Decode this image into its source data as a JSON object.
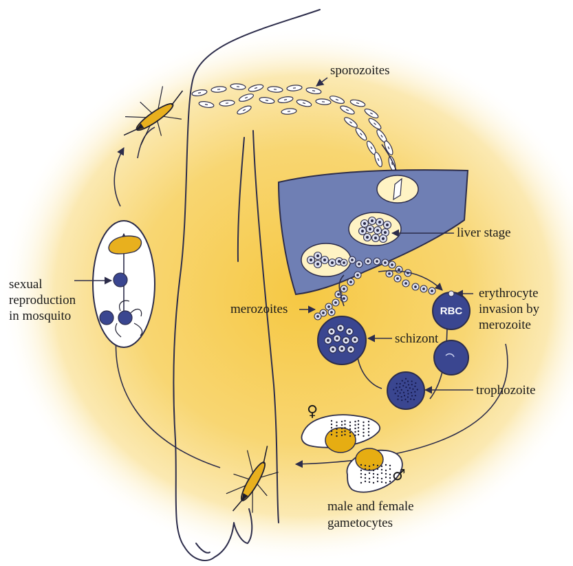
{
  "labels": {
    "sporozoites": "sporozoites",
    "liver_stage": "liver stage",
    "sexual_reproduction": [
      "sexual",
      "reproduction",
      "in mosquito"
    ],
    "merozoites": "merozoites",
    "erythrocyte_invasion": [
      "erythrocyte",
      "invasion by",
      "merozoite"
    ],
    "schizont": "schizont",
    "trophozoite": "trophozoite",
    "gametocytes": [
      "male and female",
      "gametocytes"
    ],
    "rbc": "RBC",
    "female_symbol": "♀",
    "male_symbol": "♂"
  },
  "colors": {
    "background_glow": "#f4c84a",
    "liver": "#6f7fb4",
    "cell_dark": "#3a4690",
    "outline": "#2c2c4a",
    "mosquito_body": "#e8b01e",
    "gametocyte_yolk": "#e6ad12"
  },
  "icons": [
    "mosquito-icon",
    "liver-icon",
    "red-blood-cell-icon",
    "female-symbol-icon",
    "male-symbol-icon"
  ]
}
